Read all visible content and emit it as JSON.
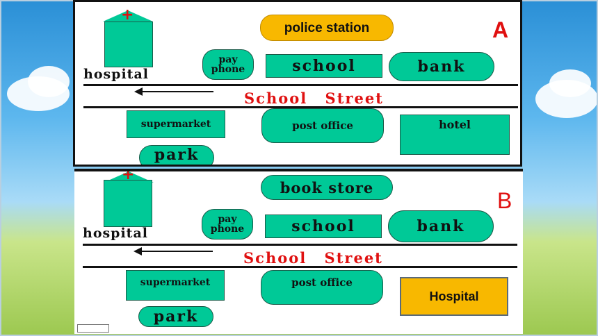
{
  "panel_a": {
    "letter": "A",
    "police_station": "police  station",
    "hospital": "hospital",
    "pay_phone_1": "pay",
    "pay_phone_2": "phone",
    "school": "school",
    "bank": "bank",
    "street": "School   Street",
    "supermarket": "supermarket",
    "post_office": "post office",
    "hotel": "hotel",
    "park": "park"
  },
  "panel_b": {
    "letter": "B",
    "book_store": "book store",
    "hospital": "hospital",
    "pay_phone_1": "pay",
    "pay_phone_2": "phone",
    "school": "school",
    "bank": "bank",
    "street": "School   Street",
    "supermarket": "supermarket",
    "post_office": "post office",
    "hospital_box": "Hospital",
    "park": "park"
  },
  "colors": {
    "building": "#00c997",
    "street_text": "#e01010",
    "letter_a": "#e01010",
    "letter_b": "#e01010",
    "highlight": "#f8b800"
  }
}
